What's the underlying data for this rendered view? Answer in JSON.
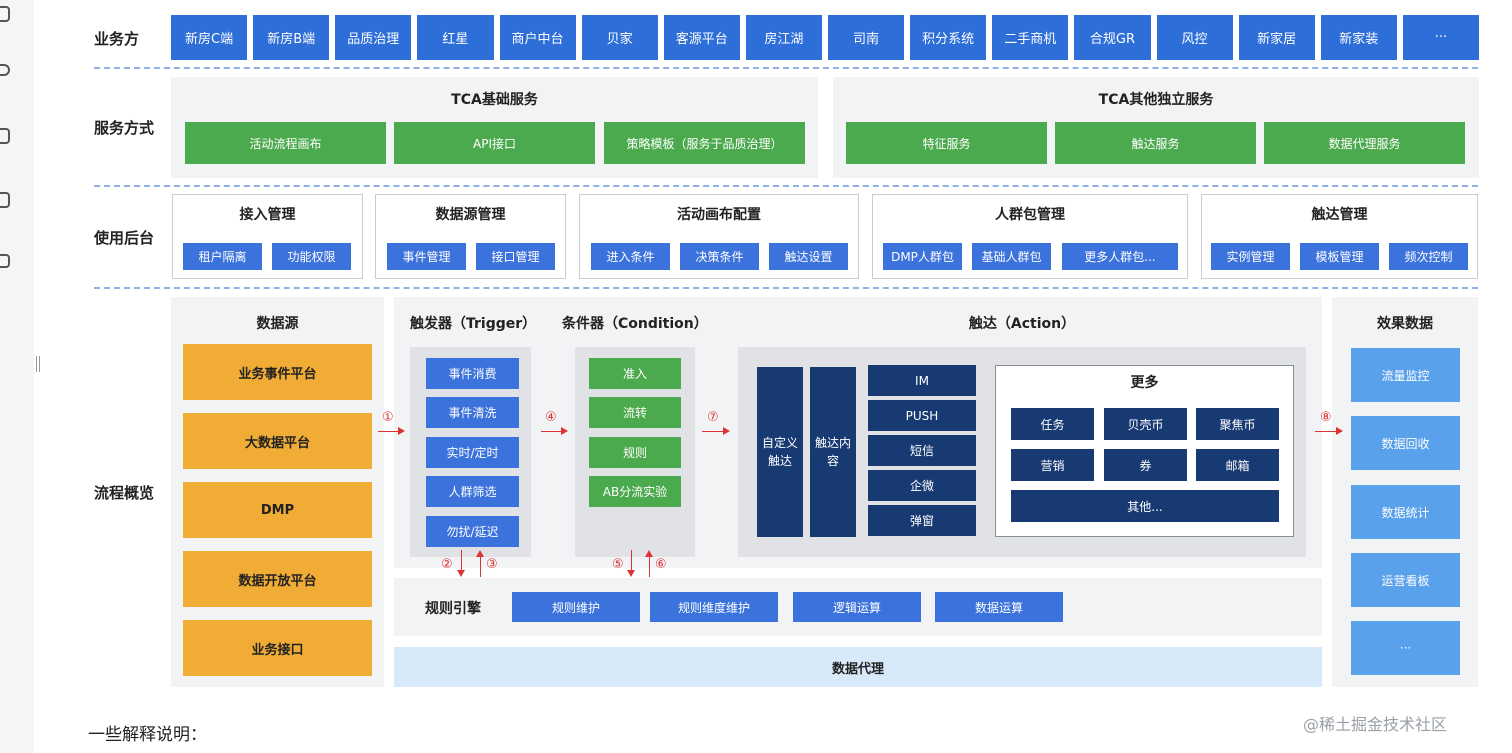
{
  "row_labels": {
    "business": "业务方",
    "service": "服务方式",
    "backend": "使用后台",
    "flow": "流程概览"
  },
  "business_items": [
    "新房C端",
    "新房B端",
    "品质治理",
    "红星",
    "商户中台",
    "贝家",
    "客源平台",
    "房江湖",
    "司南",
    "积分系统",
    "二手商机",
    "合规GR",
    "风控",
    "新家居",
    "新家装",
    "···"
  ],
  "service": {
    "tca_basic": {
      "title": "TCA基础服务",
      "items": [
        "活动流程画布",
        "API接口",
        "策略模板（服务于品质治理）"
      ]
    },
    "tca_other": {
      "title": "TCA其他独立服务",
      "items": [
        "特征服务",
        "触达服务",
        "数据代理服务"
      ]
    }
  },
  "backend": [
    {
      "title": "接入管理",
      "items": [
        "租户隔离",
        "功能权限"
      ]
    },
    {
      "title": "数据源管理",
      "items": [
        "事件管理",
        "接口管理"
      ]
    },
    {
      "title": "活动画布配置",
      "items": [
        "进入条件",
        "决策条件",
        "触达设置"
      ]
    },
    {
      "title": "人群包管理",
      "items": [
        "DMP人群包",
        "基础人群包",
        "更多人群包..."
      ]
    },
    {
      "title": "触达管理",
      "items": [
        "实例管理",
        "模板管理",
        "频次控制"
      ]
    }
  ],
  "flow": {
    "datasource": {
      "title": "数据源",
      "items": [
        "业务事件平台",
        "大数据平台",
        "DMP",
        "数据开放平台",
        "业务接口"
      ]
    },
    "trigger": {
      "title": "触发器（Trigger）",
      "items": [
        "事件消费",
        "事件清洗",
        "实时/定时",
        "人群筛选",
        "勿扰/延迟"
      ]
    },
    "condition": {
      "title": "条件器（Condition）",
      "items": [
        "准入",
        "流转",
        "规则",
        "AB分流实验"
      ]
    },
    "action": {
      "title": "触达（Action）",
      "custom": "自定义触达",
      "content": "触达内容",
      "channels": [
        "IM",
        "PUSH",
        "短信",
        "企微",
        "弹窗"
      ],
      "more": {
        "title": "更多",
        "items": [
          "任务",
          "贝壳币",
          "聚焦币",
          "营销",
          "券",
          "邮箱"
        ],
        "other": "其他..."
      }
    },
    "effect": {
      "title": "效果数据",
      "items": [
        "流量监控",
        "数据回收",
        "数据统计",
        "运营看板",
        "···"
      ]
    },
    "rule_engine": {
      "title": "规则引擎",
      "items": [
        "规则维护",
        "规则维度维护",
        "逻辑运算",
        "数据运算"
      ]
    },
    "data_proxy": "数据代理",
    "markers": {
      "m1": "①",
      "m2": "②",
      "m3": "③",
      "m4": "④",
      "m5": "⑤",
      "m6": "⑥",
      "m7": "⑦",
      "m8": "⑧"
    }
  },
  "footer_note": "一些解释说明：",
  "watermark": "@稀土掘金技术社区"
}
